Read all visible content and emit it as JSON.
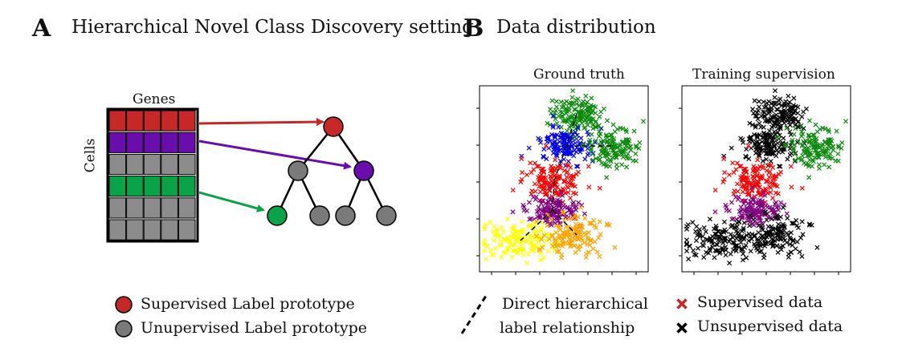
{
  "panel_a": {
    "letter": "A",
    "title": "Hierarchical Novel Class Discovery setting",
    "matrix": {
      "genes_label": "Genes",
      "cells_label": "Cells",
      "row_colors": [
        "#c62828",
        "#6a0dad",
        "#8c8c8c",
        "#0aa34a",
        "#8c8c8c",
        "#8c8c8c"
      ]
    },
    "tree_nodes": {
      "root": "#c62828",
      "mid_left": "#7a7a7a",
      "mid_right": "#6a0dad",
      "leaf_1": "#0aa34a",
      "leaf_2": "#7a7a7a",
      "leaf_3": "#7a7a7a",
      "leaf_4": "#7a7a7a"
    },
    "legend": [
      {
        "label": "Supervised Label prototype",
        "color": "#c62828"
      },
      {
        "label": "Unupervised Label prototype",
        "color": "#7a7a7a"
      }
    ]
  },
  "panel_b": {
    "letter": "B",
    "title": "Data distribution",
    "left_plot_title": "Ground truth",
    "right_plot_title": "Training supervision",
    "line_legend_line1": "Direct hierarchical",
    "line_legend_line2": "label relationship",
    "marker_legend": [
      {
        "label": "Supervised data",
        "color": "#c62828"
      },
      {
        "label": "Unsupervised data",
        "color": "#000000"
      }
    ],
    "clusters": [
      {
        "color": "#0b8a0b",
        "supervised": false
      },
      {
        "color": "#0000e6",
        "supervised": false
      },
      {
        "color": "#0b8a0b",
        "supervised": true
      },
      {
        "color": "#ff0000",
        "supervised": true
      },
      {
        "color": "#800080",
        "supervised": true
      },
      {
        "color": "#ffff00",
        "supervised": false
      },
      {
        "color": "#ffa500",
        "supervised": false
      }
    ]
  }
}
